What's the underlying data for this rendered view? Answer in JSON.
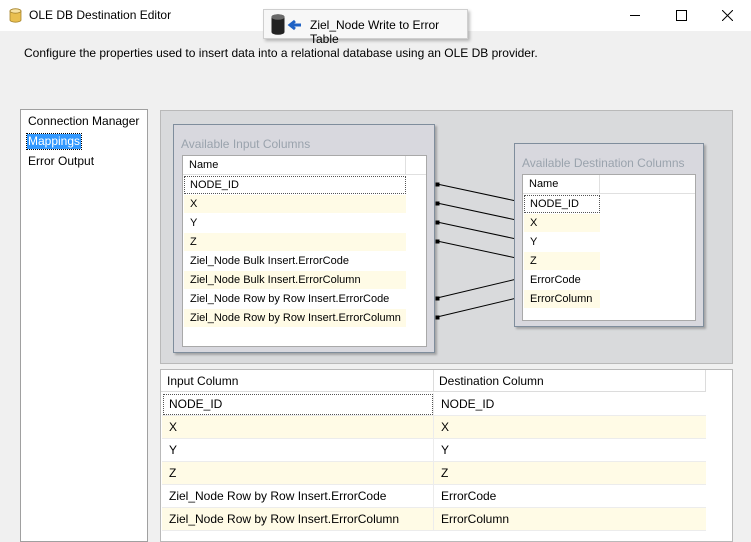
{
  "window": {
    "title": "OLE DB Destination Editor",
    "title_icon": "database-cylinder-icon",
    "controls": [
      "minimize-icon",
      "maximize-icon",
      "close-icon"
    ]
  },
  "tooltip": {
    "text": "Ziel_Node Write to Error Table",
    "icon": "destination-arrow-icon"
  },
  "description": "Configure the properties used to insert data into a relational database using an OLE DB provider.",
  "nav": {
    "items": [
      {
        "label": "Connection Manager",
        "selected": false
      },
      {
        "label": "Mappings",
        "selected": true
      },
      {
        "label": "Error Output",
        "selected": false
      }
    ]
  },
  "input_table": {
    "title": "Available Input Columns",
    "header": "Name",
    "columns": [
      "NODE_ID",
      "X",
      "Y",
      "Z",
      "Ziel_Node Bulk Insert.ErrorCode",
      "Ziel_Node Bulk Insert.ErrorColumn",
      "Ziel_Node Row by Row Insert.ErrorCode",
      "Ziel_Node Row by Row Insert.ErrorColumn"
    ]
  },
  "dest_table": {
    "title": "Available Destination Columns",
    "header": "Name",
    "columns": [
      "NODE_ID",
      "X",
      "Y",
      "Z",
      "ErrorCode",
      "ErrorColumn"
    ]
  },
  "mapping_grid": {
    "headers": [
      "Input Column",
      "Destination Column"
    ],
    "rows": [
      {
        "input": "NODE_ID",
        "dest": "NODE_ID"
      },
      {
        "input": "X",
        "dest": "X"
      },
      {
        "input": "Y",
        "dest": "Y"
      },
      {
        "input": "Z",
        "dest": "Z"
      },
      {
        "input": "Ziel_Node Row by Row Insert.ErrorCode",
        "dest": "ErrorCode"
      },
      {
        "input": "Ziel_Node Row by Row Insert.ErrorColumn",
        "dest": "ErrorColumn"
      }
    ]
  },
  "colors": {
    "selection": "#3399ff",
    "alt_row": "#fffbe6",
    "box_title": "#9aa3ad"
  }
}
